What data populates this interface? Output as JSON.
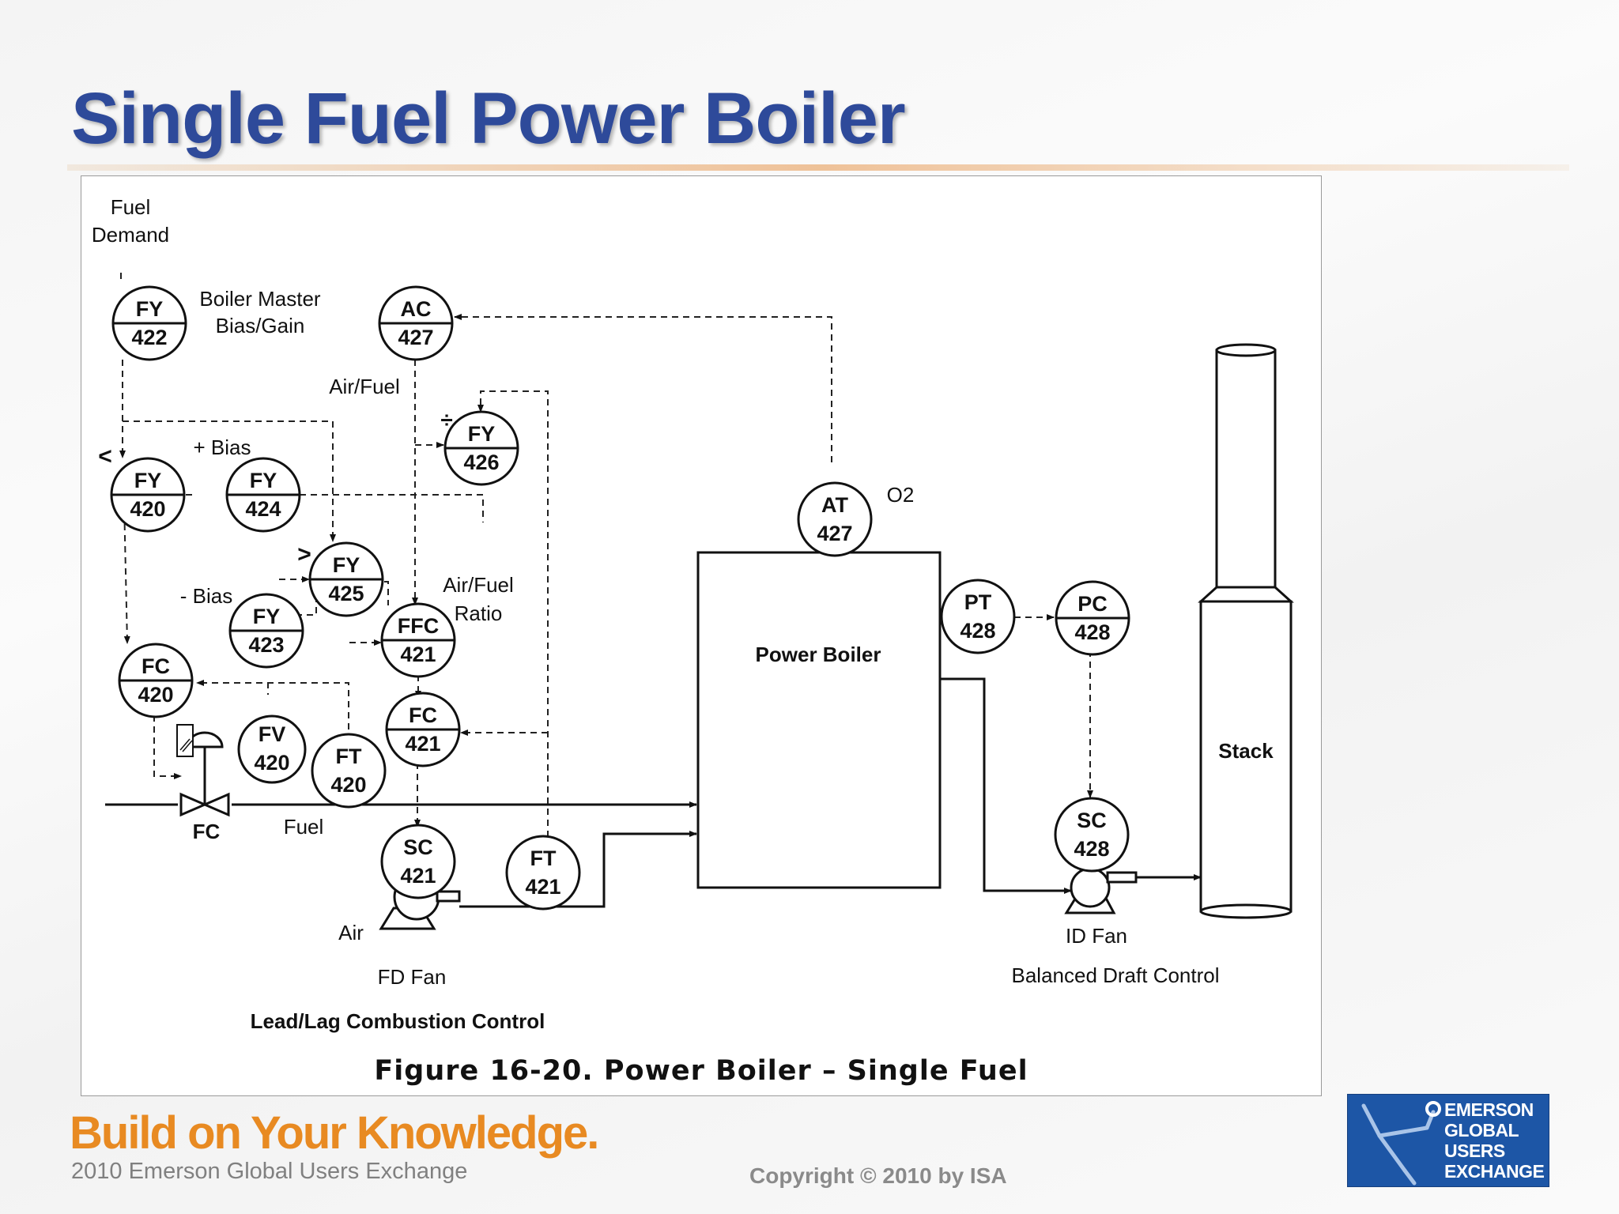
{
  "slide": {
    "title": "Single Fuel Power Boiler",
    "tagline": "Build on Your Knowledge.",
    "tagline_sub": "2010 Emerson Global Users Exchange",
    "copyright": "Copyright © 2010 by ISA"
  },
  "logo": {
    "line1": "EMERSON",
    "line2": "GLOBAL",
    "line3": "USERS",
    "line4": "EXCHANGE"
  },
  "figure": {
    "caption": "Figure 16-20. Power Boiler – Single Fuel",
    "section_left": "Lead/Lag Combustion Control",
    "section_right": "Balanced Draft Control",
    "labels": {
      "fuel_demand_1": "Fuel",
      "fuel_demand_2": "Demand",
      "boiler_master_1": "Boiler Master",
      "boiler_master_2": "Bias/Gain",
      "air_fuel": "Air/Fuel",
      "plus_bias": "+ Bias",
      "minus_bias": "- Bias",
      "air_fuel_ratio_1": "Air/Fuel",
      "air_fuel_ratio_2": "Ratio",
      "low_select": "<",
      "high_select": ">",
      "divide": "÷",
      "o2": "O2",
      "fuel": "Fuel",
      "fail_closed": "FC",
      "air": "Air",
      "fd_fan": "FD Fan",
      "id_fan": "ID Fan",
      "power_boiler": "Power Boiler",
      "stack": "Stack"
    },
    "instruments": {
      "fy422": {
        "tag": "FY",
        "num": "422"
      },
      "ac427": {
        "tag": "AC",
        "num": "427"
      },
      "fy426": {
        "tag": "FY",
        "num": "426"
      },
      "fy420": {
        "tag": "FY",
        "num": "420"
      },
      "fy424": {
        "tag": "FY",
        "num": "424"
      },
      "fy425": {
        "tag": "FY",
        "num": "425"
      },
      "fy423": {
        "tag": "FY",
        "num": "423"
      },
      "ffc421": {
        "tag": "FFC",
        "num": "421"
      },
      "fc420": {
        "tag": "FC",
        "num": "420"
      },
      "fv420": {
        "tag": "FV",
        "num": "420"
      },
      "ft420": {
        "tag": "FT",
        "num": "420"
      },
      "fc421": {
        "tag": "FC",
        "num": "421"
      },
      "sc421": {
        "tag": "SC",
        "num": "421"
      },
      "ft421": {
        "tag": "FT",
        "num": "421"
      },
      "at427": {
        "tag": "AT",
        "num": "427"
      },
      "pt428": {
        "tag": "PT",
        "num": "428"
      },
      "pc428": {
        "tag": "PC",
        "num": "428"
      },
      "sc428": {
        "tag": "SC",
        "num": "428"
      }
    }
  }
}
